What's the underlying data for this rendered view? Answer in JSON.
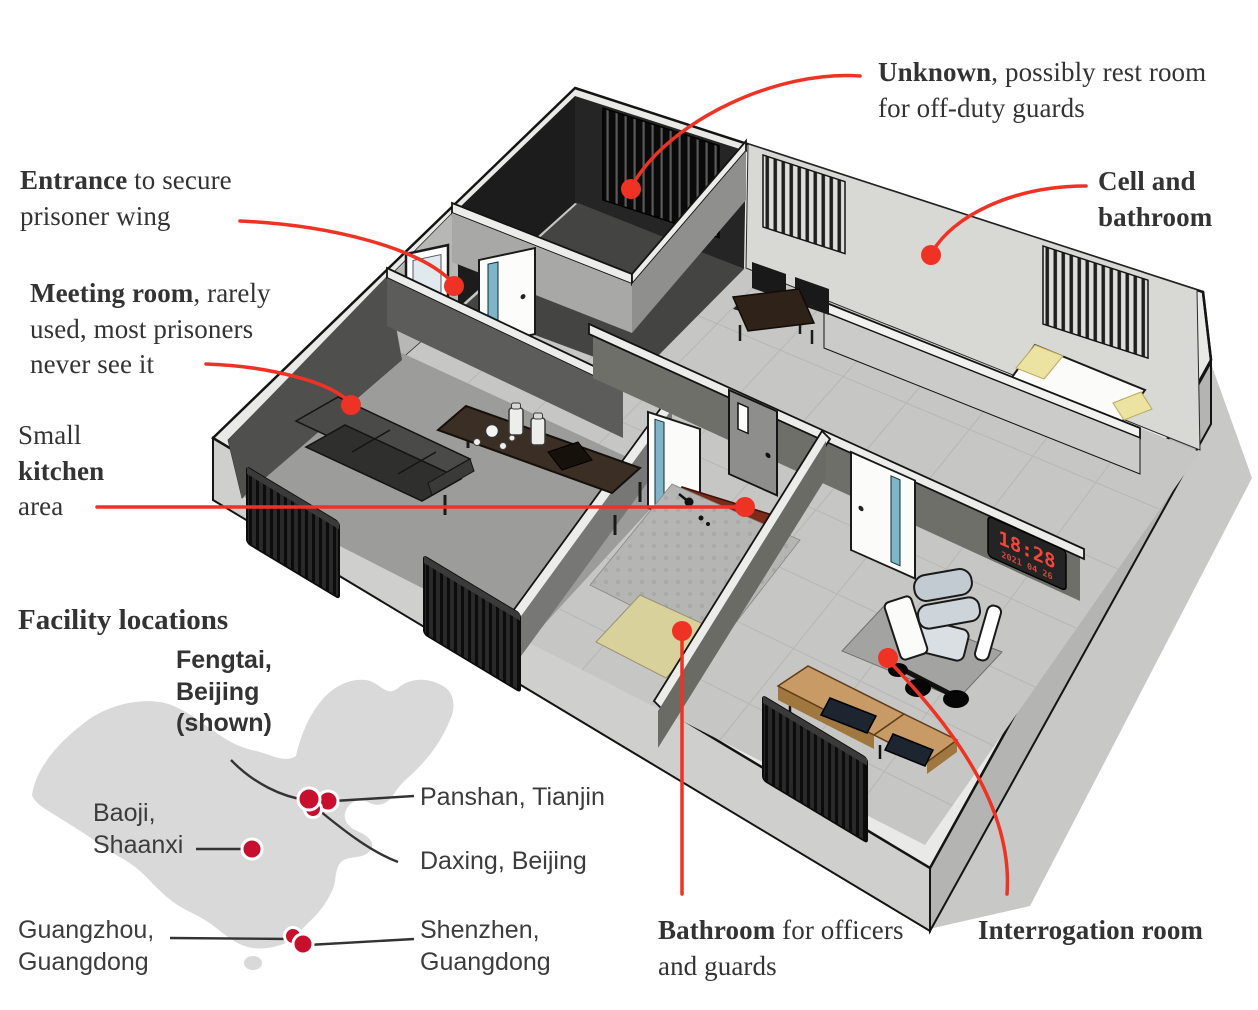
{
  "annotations": {
    "unknown": {
      "bold": "Unknown",
      "rest": ", possibly rest room for off-duty guards"
    },
    "cell_bathroom": {
      "bold": "Cell and bathroom",
      "rest": ""
    },
    "entrance": {
      "bold": "Entrance",
      "rest": " to secure prisoner wing"
    },
    "meeting_room": {
      "bold": "Meeting room",
      "rest": ", rarely used, most prisoners never see it"
    },
    "kitchen": {
      "line1": "Small",
      "line2": "kitchen",
      "line3": "area"
    },
    "bathroom": {
      "bold": "Bathroom",
      "rest": " for officers and guards"
    },
    "interrogation": {
      "bold": "Interrogation room",
      "rest": ""
    }
  },
  "map": {
    "title": "Facility locations",
    "locations": [
      {
        "label": "Fengtai, Beijing (shown)",
        "emphasis": true
      },
      {
        "label": "Panshan, Tianjin"
      },
      {
        "label": "Daxing, Beijing"
      },
      {
        "label": "Baoji, Shaanxi"
      },
      {
        "label": "Guangzhou, Guangdong"
      },
      {
        "label": "Shenzhen, Guangdong"
      }
    ]
  },
  "interrogation_clock": {
    "time": "18:28",
    "date": "2021 04 26"
  },
  "colors": {
    "leader_red": "#ee3224",
    "map_dot_red": "#c8102e",
    "text_dark": "#333333",
    "map_land": "#d9d9d9",
    "line_dark": "#333333"
  }
}
